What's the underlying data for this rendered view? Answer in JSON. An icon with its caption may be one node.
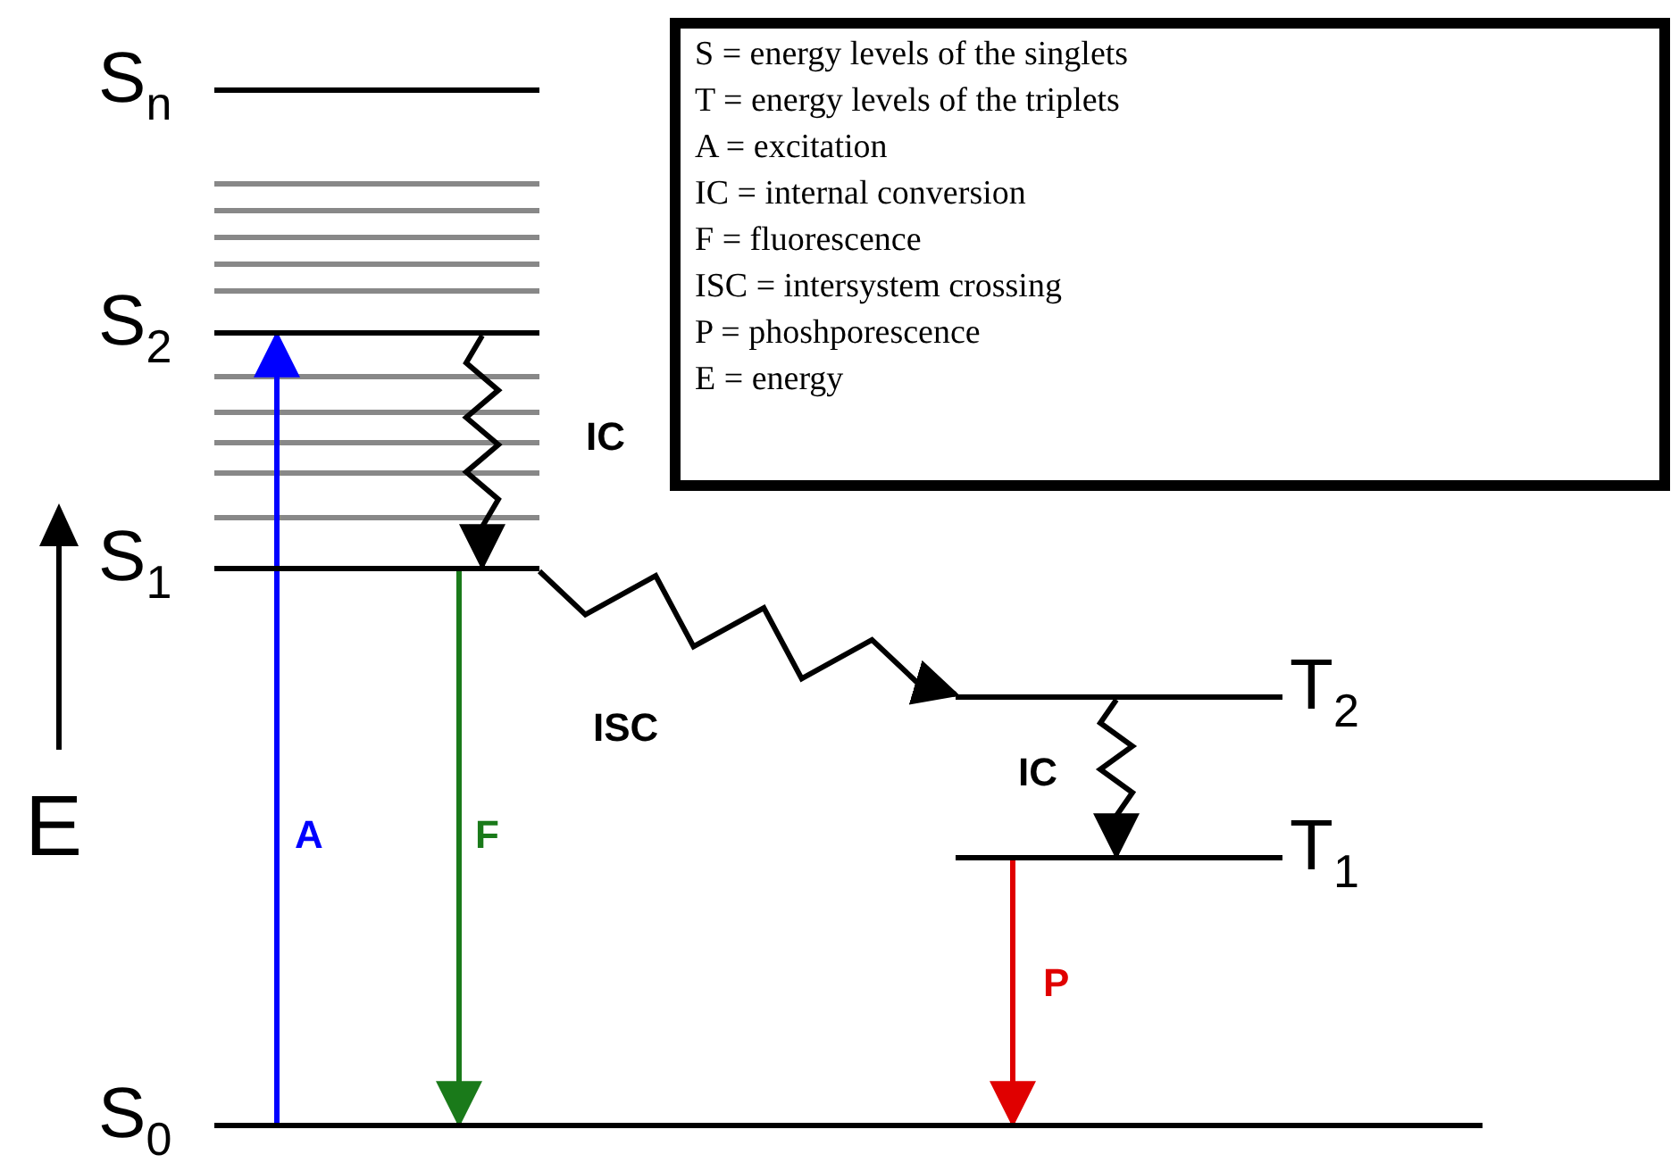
{
  "diagram": {
    "nodes": [
      {
        "text": [
          "S$_{n}$"
        ]
      },
      {
        "text": [
          "S$_{2}$"
        ]
      },
      {
        "text": [
          "S$_{1}$"
        ]
      },
      {
        "text": [
          "T$_{2}$"
        ]
      },
      {
        "text": [
          "T$_{1}$"
        ]
      },
      {
        "text": [
          "S$_{0}$"
        ]
      }
    ],
    "edges": [
      {
        "from": 5,
        "to": 1,
        "arrow": "to",
        "label": "A",
        "color": "#0000ff"
      },
      {
        "from": 1,
        "to": 2,
        "arrow": "to",
        "label": "IC"
      },
      {
        "from": 2,
        "to": 5,
        "arrow": "to",
        "label": "F",
        "color": "#1a7a1a"
      },
      {
        "from": 2,
        "to": 3,
        "arrow": "to",
        "label": "ISC"
      },
      {
        "from": 3,
        "to": 4,
        "arrow": "to",
        "label": "IC"
      },
      {
        "from": 4,
        "to": 5,
        "arrow": "to",
        "label": "P",
        "color": "#e00000"
      }
    ],
    "labels": [
      "S = energy levels of the singlets",
      "T = energy levels of the triplets",
      "A = excitation",
      "IC = internal conversion",
      "F = fluorescence",
      "ISC = intersystem crossing",
      "P = phoshporescence",
      "E = energy",
      "E"
    ]
  }
}
